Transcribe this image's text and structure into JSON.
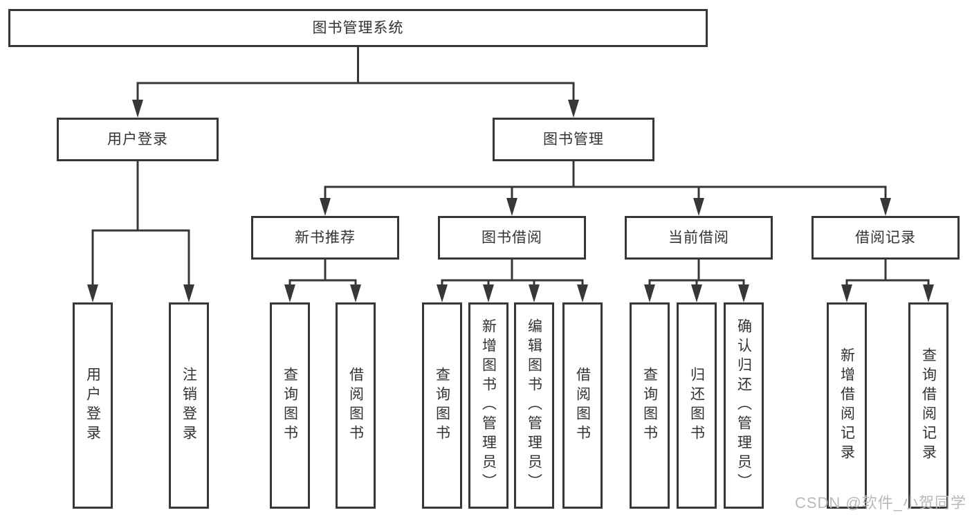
{
  "tree": {
    "root": {
      "label": "图书管理系统",
      "children": [
        {
          "label": "用户登录",
          "children": [
            {
              "label": "用户登录"
            },
            {
              "label": "注销登录"
            }
          ]
        },
        {
          "label": "图书管理",
          "children": [
            {
              "label": "新书推荐",
              "children": [
                {
                  "label": "查询图书"
                },
                {
                  "label": "借阅图书"
                }
              ]
            },
            {
              "label": "图书借阅",
              "children": [
                {
                  "label": "查询图书"
                },
                {
                  "label": "新增图书（管理员）"
                },
                {
                  "label": "编辑图书（管理员）"
                },
                {
                  "label": "借阅图书"
                }
              ]
            },
            {
              "label": "当前借阅",
              "children": [
                {
                  "label": "查询图书"
                },
                {
                  "label": "归还图书"
                },
                {
                  "label": "确认归还（管理员）"
                }
              ]
            },
            {
              "label": "借阅记录",
              "children": [
                {
                  "label": "新增借阅记录"
                },
                {
                  "label": "查询借阅记录"
                }
              ]
            }
          ]
        }
      ]
    }
  },
  "watermark": {
    "text": "CSDN @软件_小贺同学"
  },
  "colors": {
    "line": "#373737",
    "text": "#333333",
    "background": "#ffffff",
    "watermark": "#b9b9b9"
  }
}
